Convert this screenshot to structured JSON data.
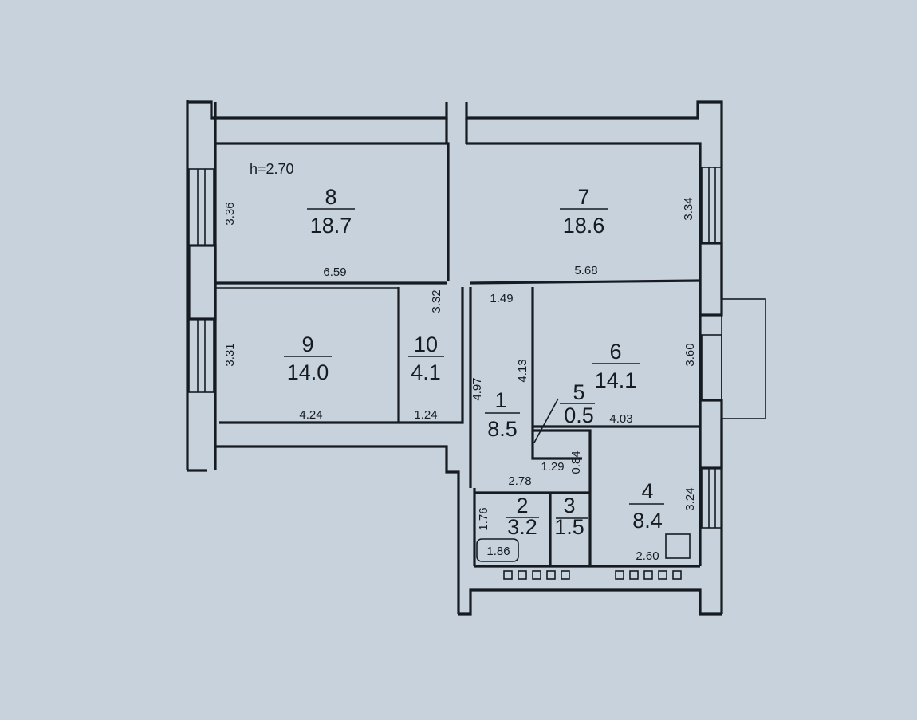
{
  "ceiling_height": "h=2.70",
  "rooms": [
    {
      "number": "1",
      "area": "8.5"
    },
    {
      "number": "2",
      "area": "3.2"
    },
    {
      "number": "3",
      "area": "1.5"
    },
    {
      "number": "4",
      "area": "8.4"
    },
    {
      "number": "5",
      "area": "0.5"
    },
    {
      "number": "6",
      "area": "14.1"
    },
    {
      "number": "7",
      "area": "18.6"
    },
    {
      "number": "8",
      "area": "18.7"
    },
    {
      "number": "9",
      "area": "14.0"
    },
    {
      "number": "10",
      "area": "4.1"
    }
  ],
  "dimensions": {
    "r8_height": "3.36",
    "r8_width": "6.59",
    "r7_height": "3.34",
    "r7_width": "5.68",
    "r9_height": "3.31",
    "r9_width": "4.24",
    "r10_height": "3.32",
    "r10_width": "1.24",
    "hall_length": "4.97",
    "hall_width": "1.49",
    "r6_height": "3.60",
    "r6_side": "4.13",
    "r6_width": "4.03",
    "r5_width": "1.29",
    "r5_depth": "0.84",
    "r2_width": "2.78",
    "r2_height": "1.76",
    "bath_length": "1.86",
    "r4_height": "3.24",
    "r4_width": "2.60"
  }
}
